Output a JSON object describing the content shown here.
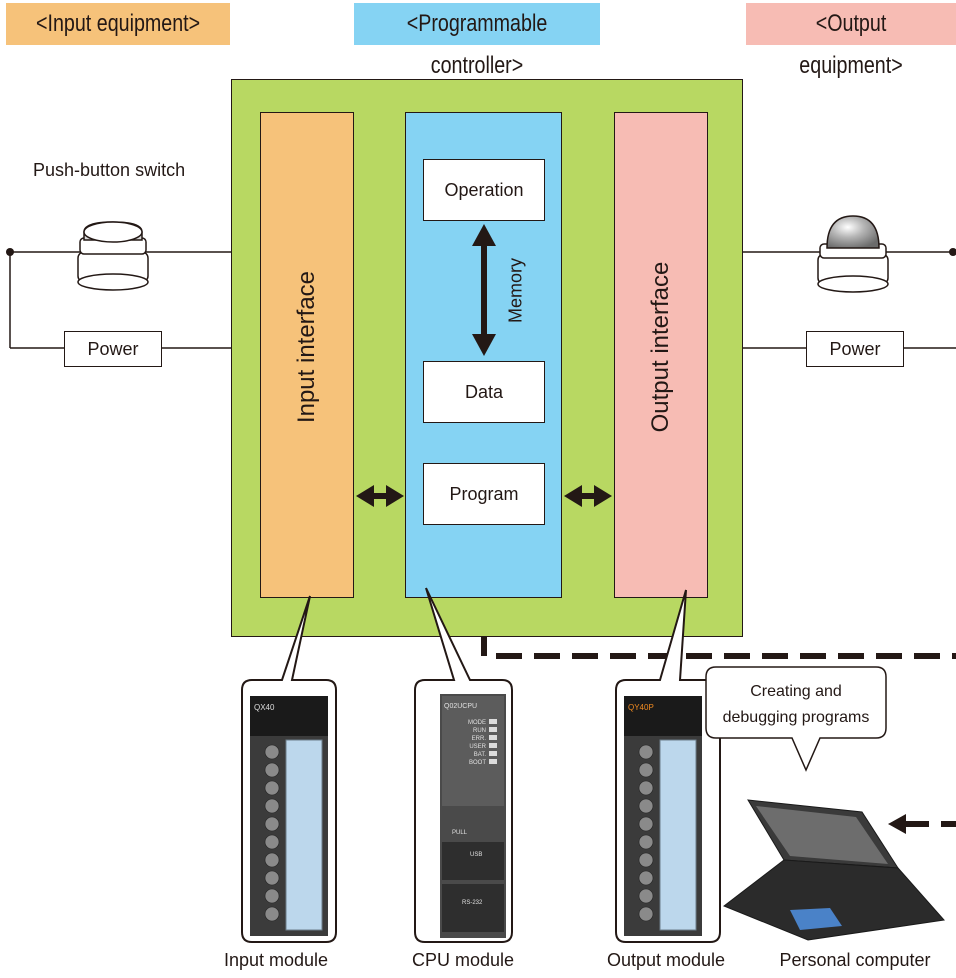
{
  "headers": {
    "input": "<Input equipment>",
    "plc": "<Programmable controller>",
    "output": "<Output equipment>"
  },
  "colors": {
    "input": "#f6c27a",
    "plc_header": "#85d3f3",
    "output": "#f7bcb4",
    "plc_body": "#b8d862",
    "cpu": "#85d3f3"
  },
  "left": {
    "switch_label": "Push-button switch",
    "power": "Power"
  },
  "right": {
    "power": "Power"
  },
  "plc": {
    "input_interface": "Input interface",
    "output_interface": "Output interface",
    "operation": "Operation",
    "memory": "Memory",
    "data": "Data",
    "program": "Program"
  },
  "modules": {
    "qx40": "QX40",
    "cpu_model": "Q02UCPU",
    "qy40p": "QY40P",
    "leds": [
      "MODE",
      "RUN",
      "ERR.",
      "USER",
      "BAT.",
      "BOOT"
    ],
    "pull": "PULL",
    "usb": "USB",
    "rs232": "RS-232"
  },
  "callout": {
    "line1": "Creating and",
    "line2": "debugging programs"
  },
  "captions": {
    "input_module": "Input module",
    "cpu_module": "CPU module",
    "output_module": "Output module",
    "pc": "Personal computer"
  }
}
